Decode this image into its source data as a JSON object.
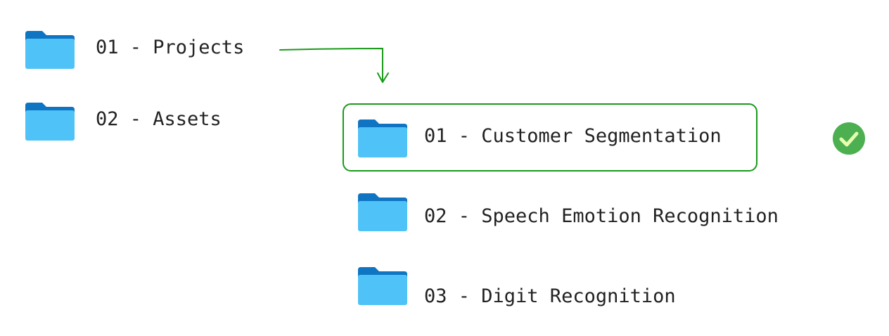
{
  "colors": {
    "folder_back": "#0f74c2",
    "folder_front": "#4fc3f7",
    "highlight": "#1a9a1a",
    "check_fill": "#4caf50",
    "check_mark": "#e6ffb0"
  },
  "root_folders": [
    {
      "label": "01 - Projects",
      "icon": "folder-icon"
    },
    {
      "label": "02 - Assets",
      "icon": "folder-icon"
    }
  ],
  "sub_folders": [
    {
      "label": "01 - Customer Segmentation",
      "icon": "folder-icon",
      "selected": true
    },
    {
      "label": "02 - Speech Emotion Recognition",
      "icon": "folder-icon",
      "selected": false
    },
    {
      "label": "03 - Digit Recognition",
      "icon": "folder-icon",
      "selected": false
    }
  ],
  "status_icon": "check-circle-icon"
}
